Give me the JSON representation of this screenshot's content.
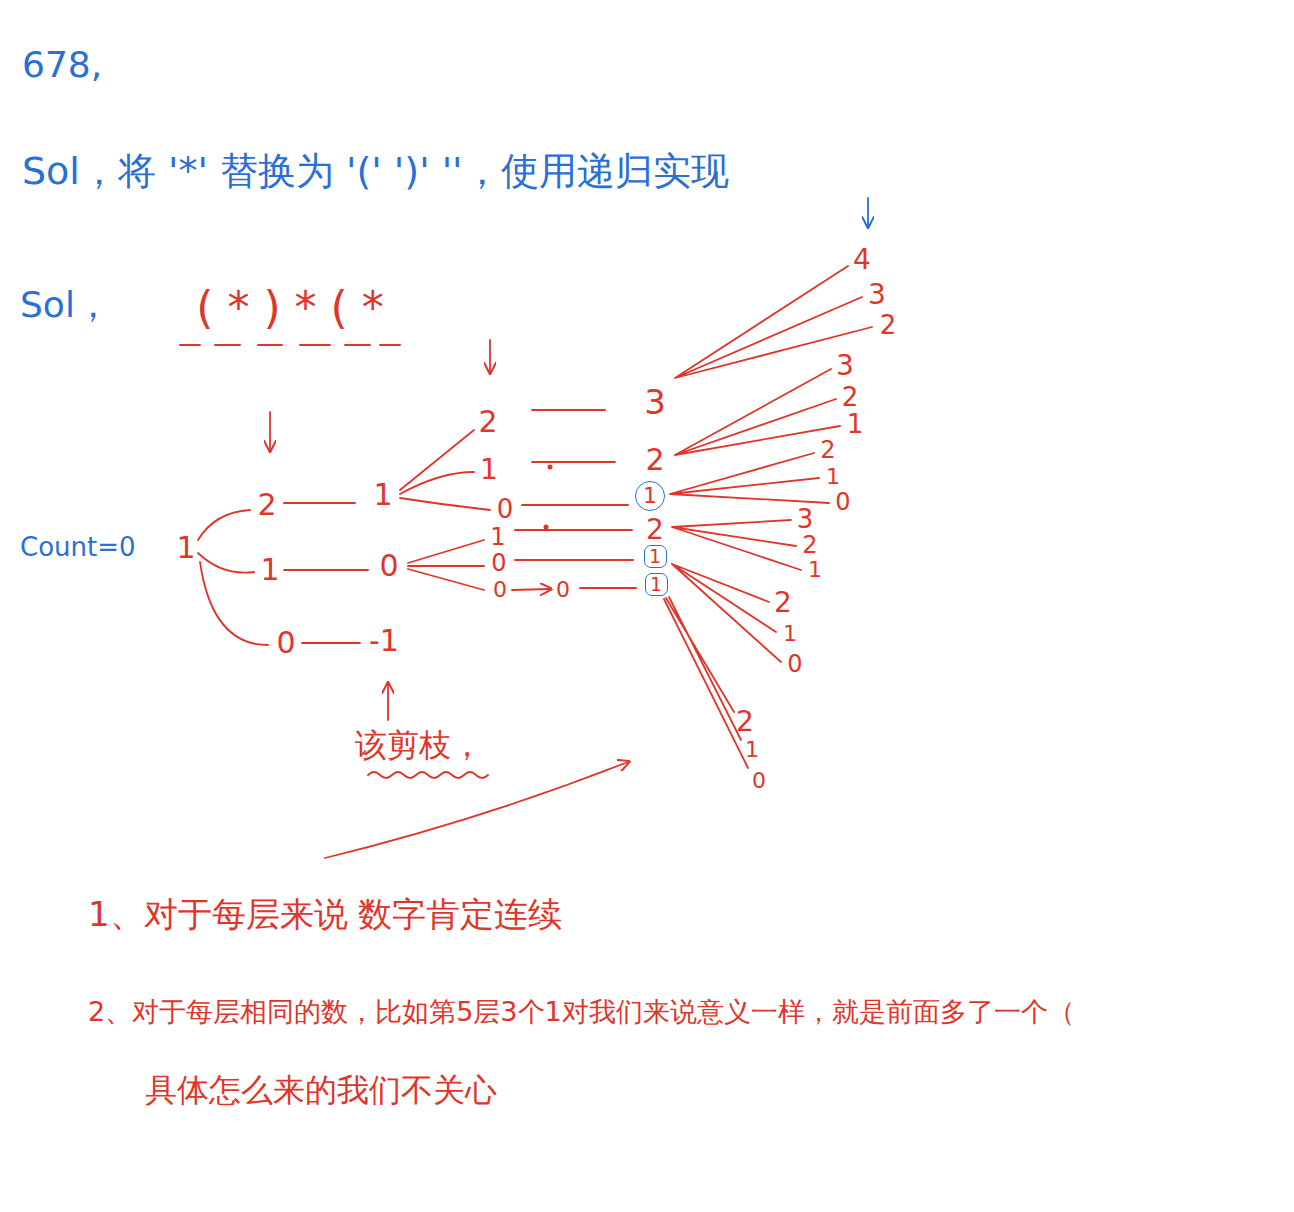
{
  "diagram": {
    "nodes": [
      {
        "text": [
          "1"
        ]
      },
      {
        "text": [
          "1"
        ]
      },
      {
        "text": [
          "1"
        ]
      }
    ],
    "labels": [
      "678,",
      "Sol，将 '*' 替换为 '(' ')' ''，使用递归实现",
      "Sol，",
      "( * ) * ( *",
      "Count=0",
      "1",
      "2",
      "1",
      "0",
      "1",
      "0",
      "-1",
      "2",
      "1",
      "0",
      "1",
      "0",
      "0",
      "0",
      "3",
      "2",
      "2",
      "4",
      "3",
      "2",
      "3",
      "2",
      "1",
      "2",
      "1",
      "0",
      "3",
      "2",
      "1",
      "2",
      "1",
      "0",
      "2",
      "1",
      "0",
      "该剪枝，",
      "1、对于每层来说 数字肯定连续",
      "2、对于每层相同的数，比如第5层3个1对我们来说意义一样，就是前面多了一个（",
      "具体怎么来的我们不关心"
    ]
  }
}
